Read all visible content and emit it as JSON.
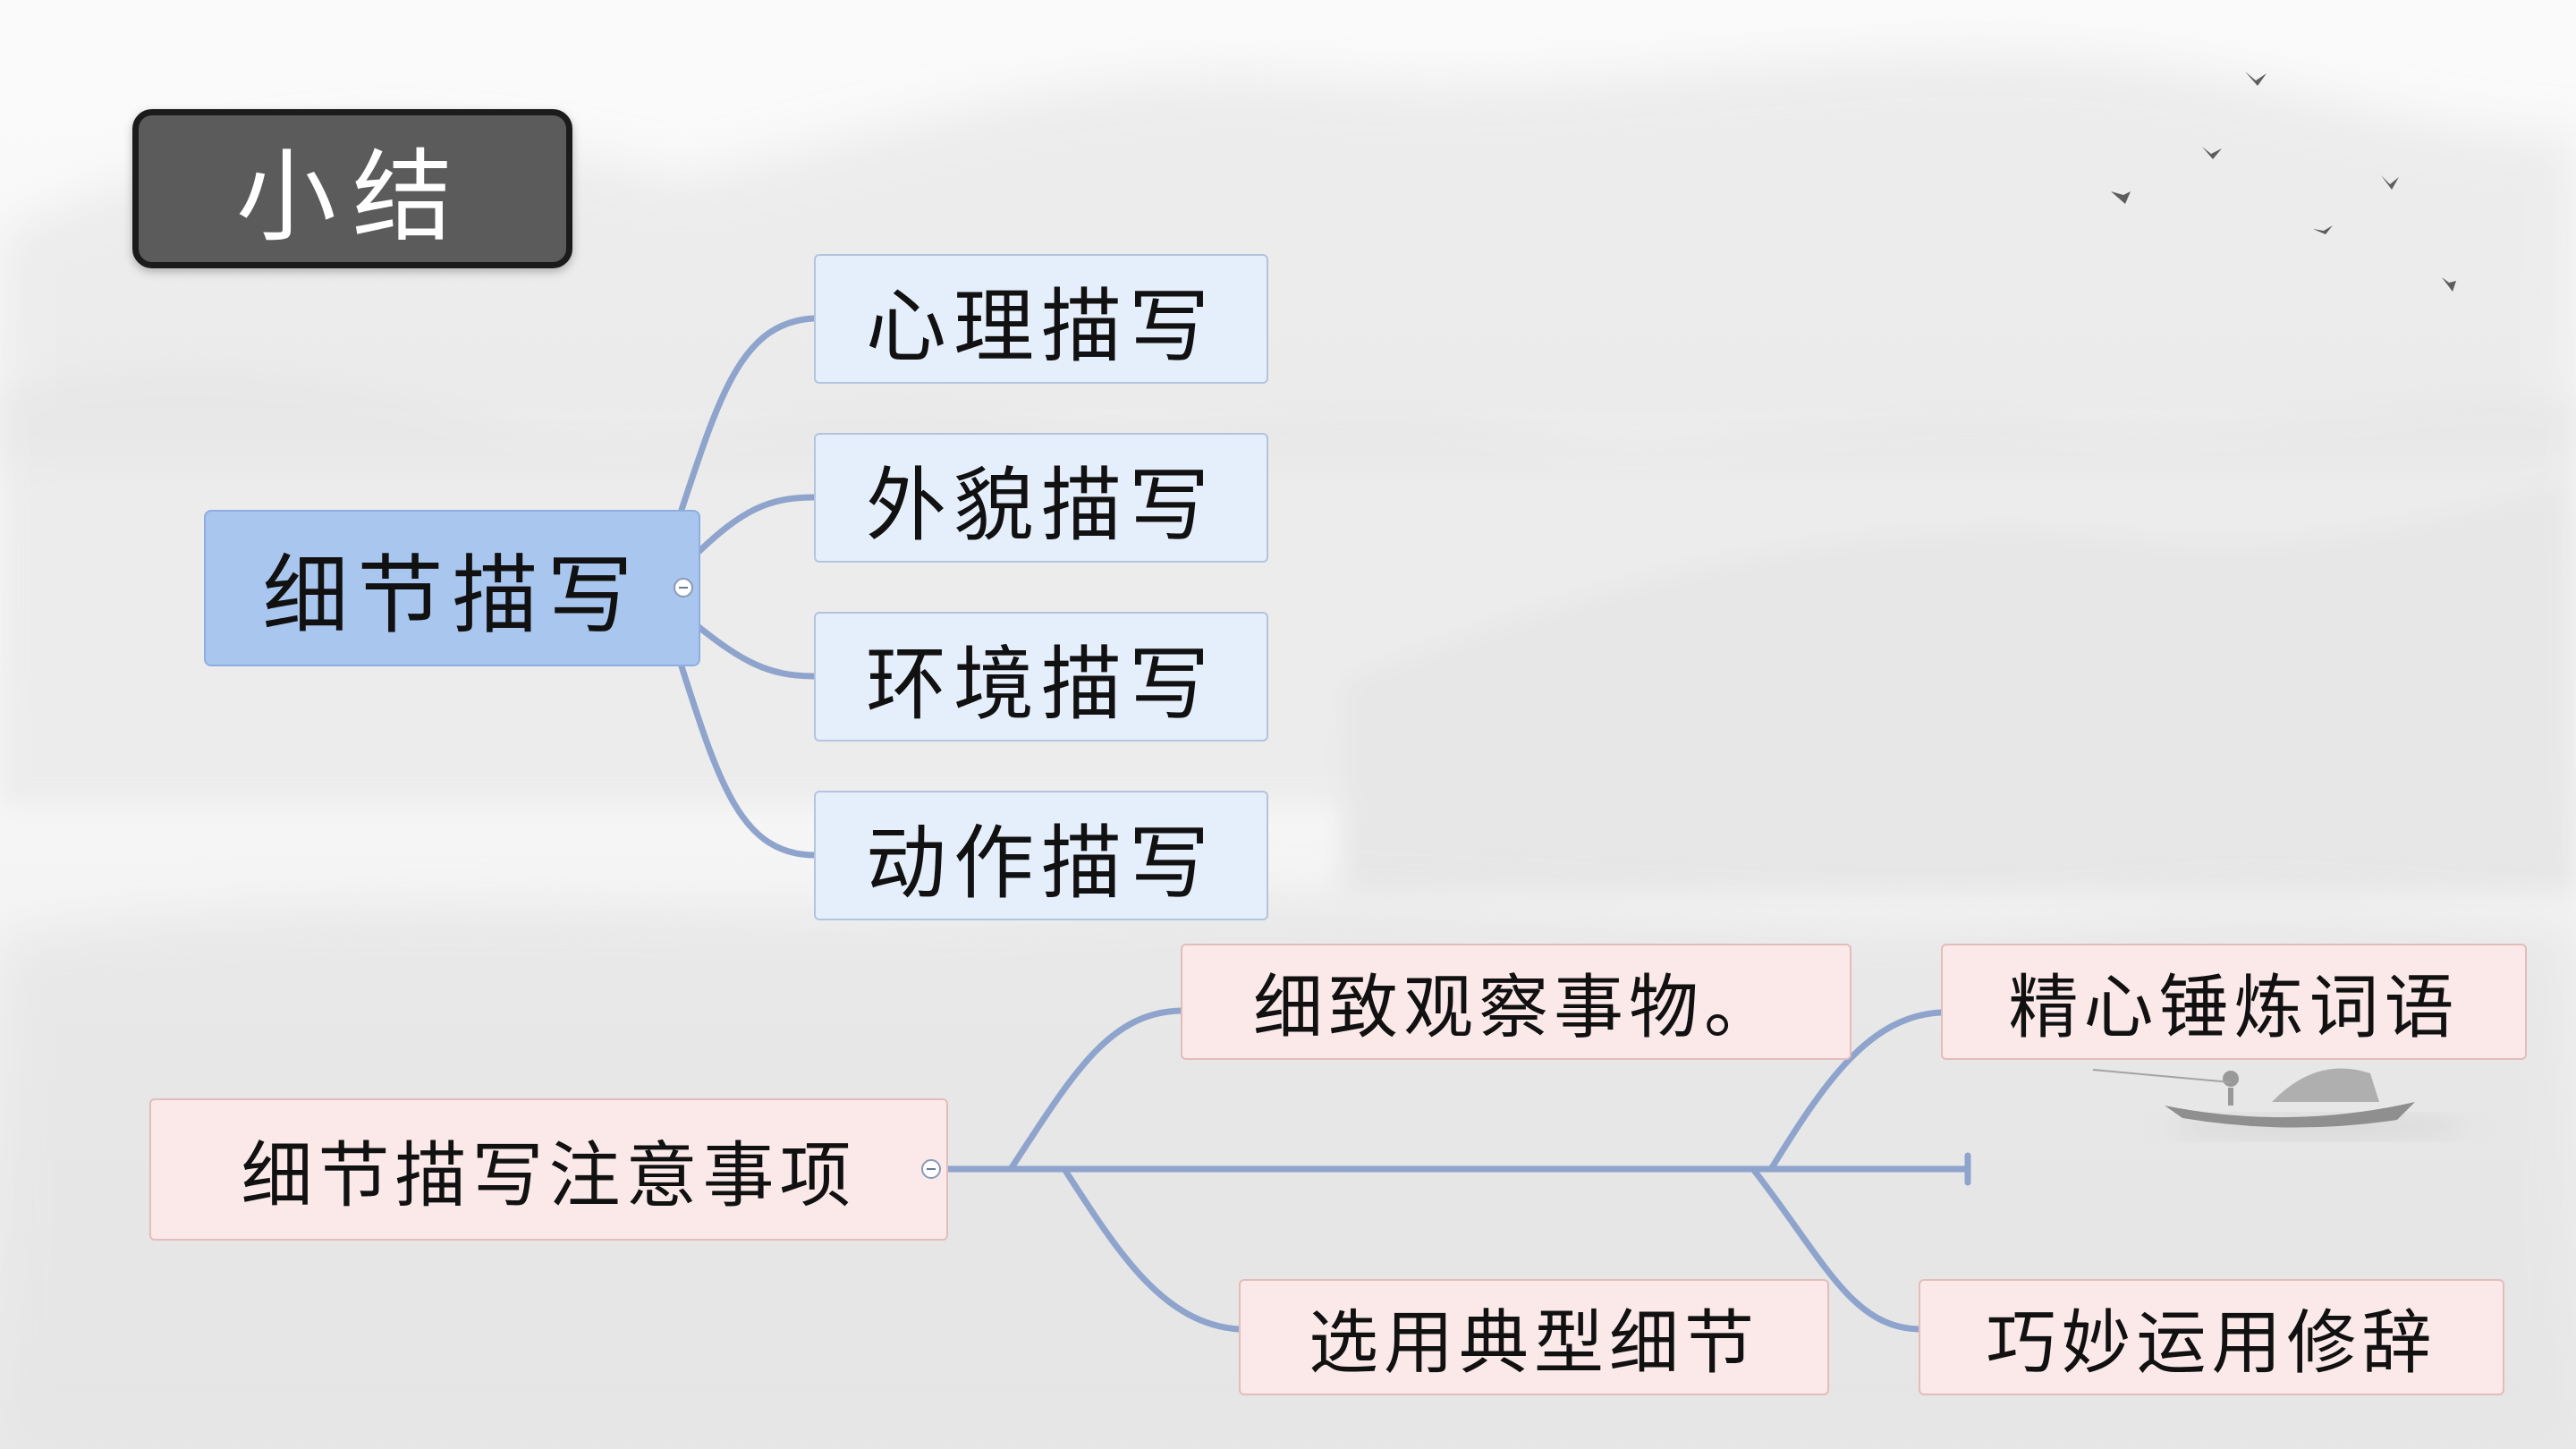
{
  "title": "小结",
  "map_top": {
    "root": "细节描写",
    "children": [
      "心理描写",
      "外貌描写",
      "环境描写",
      "动作描写"
    ]
  },
  "map_bottom": {
    "root": "细节描写注意事项",
    "branches": [
      "细致观察事物。",
      "选用典型细节",
      "精心锤炼词语",
      "巧妙运用修辞"
    ]
  },
  "colors": {
    "blue_root": "#a9c6ef",
    "blue_child": "#e5eefb",
    "pink_node": "#fbe9e9",
    "connector": "#8ea4cc",
    "title_bg": "#5b5b5b"
  }
}
